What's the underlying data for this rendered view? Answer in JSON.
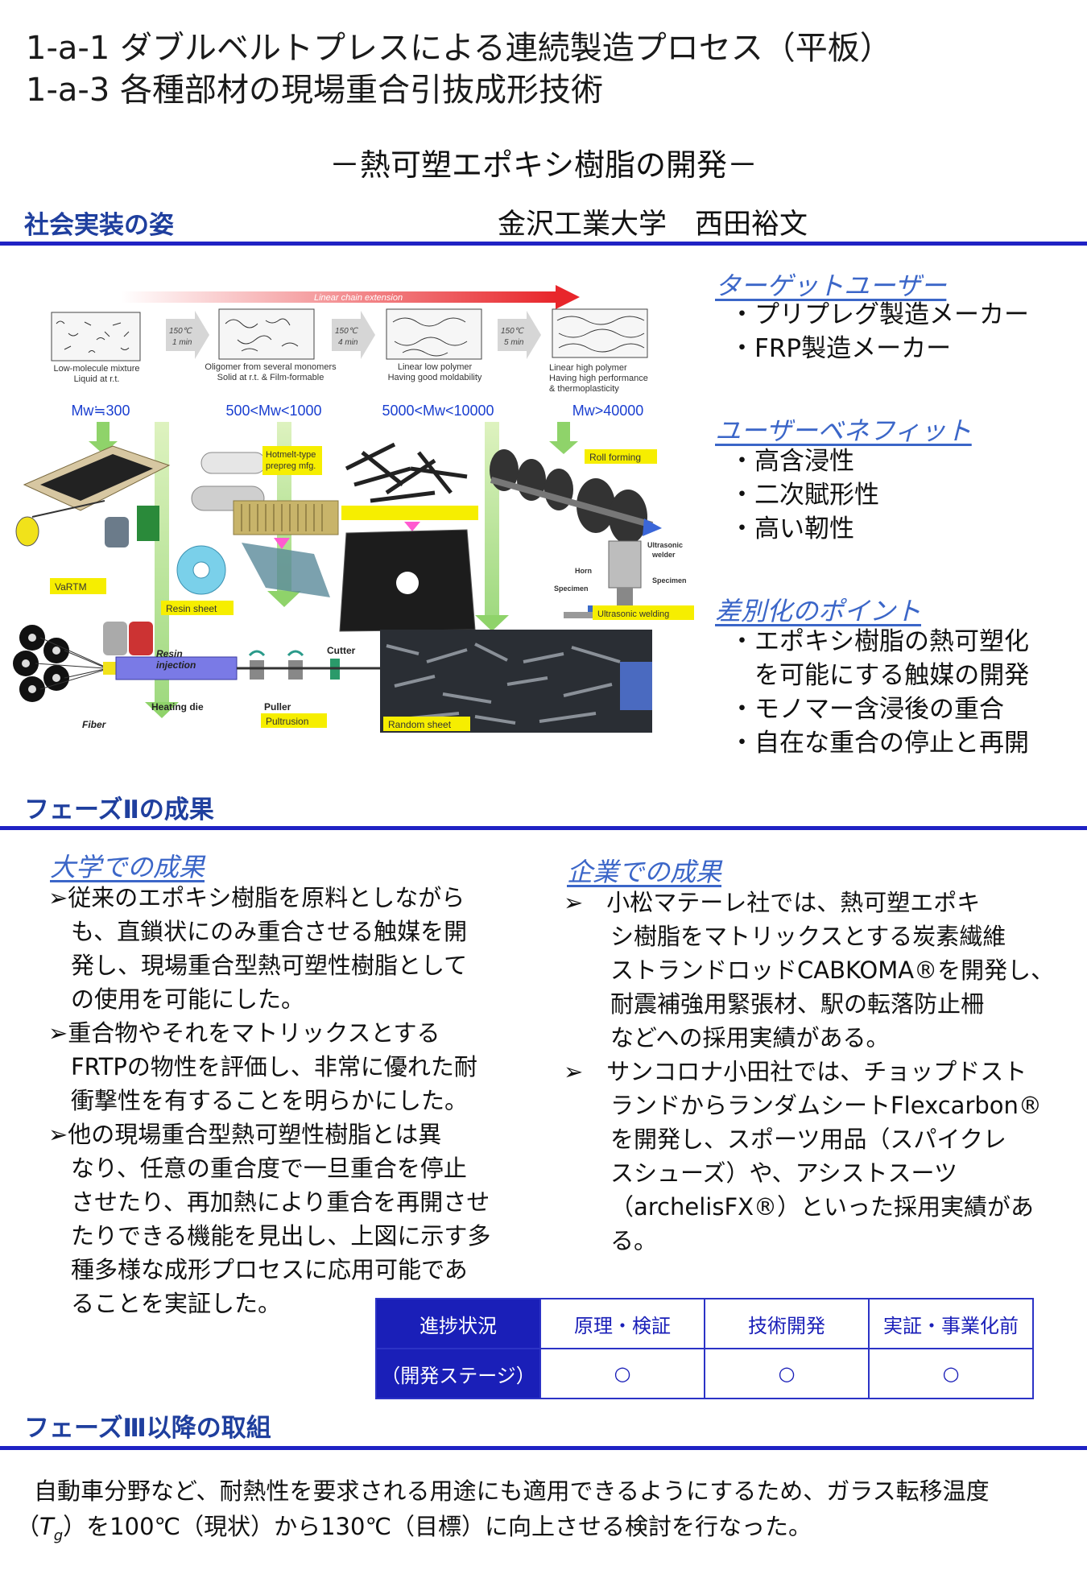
{
  "header": {
    "title1": "1-a-1 ダブルベルトプレスによる連続製造プロセス（平板）",
    "title2": "1-a-3 各種部材の現場重合引抜成形技術",
    "subtitle": "－熱可塑エポキシ樹脂の開発－",
    "author": "金沢工業大学　西田裕文"
  },
  "sections": {
    "s1": "社会実装の姿",
    "s2": "フェーズⅡの成果",
    "s3": "フェーズⅢ以降の取組"
  },
  "figure": {
    "arrow_label": "Linear chain extension",
    "stages": [
      {
        "caption1": "Low-molecule mixture",
        "caption2": "Liquid at r.t.",
        "mw": "Mw≒300"
      },
      {
        "caption1": "Oligomer from several monomers",
        "caption2": "Solid at r.t. & Film-formable",
        "mw": "500<Mw<1000"
      },
      {
        "caption1": "Linear low polymer",
        "caption2": "Having good moldability",
        "mw": "5000<Mw<10000"
      },
      {
        "caption1": "Linear high polymer",
        "caption2": "Having high performance",
        "caption3": "& thermoplasticity",
        "mw": "Mw>40000"
      }
    ],
    "conds": [
      {
        "t": "150℃",
        "m": "1 min"
      },
      {
        "t": "150℃",
        "m": "4 min"
      },
      {
        "t": "150℃",
        "m": "5 min"
      }
    ],
    "labels": {
      "vartm": "VaRTM",
      "hotmelt1": "Hotmelt-type",
      "hotmelt2": "prepreg mfg.",
      "resin_sheet": "Resin sheet",
      "roll_forming": "Roll forming",
      "ultrasonic1": "Ultrasonic",
      "ultrasonic2": "welder",
      "horn": "Horn",
      "specimen": "Specimen",
      "specimen2": "Specimen",
      "ultrasonic_welding": "Ultrasonic welding",
      "resin_injection1": "Resin",
      "resin_injection2": "injection",
      "cutter": "Cutter",
      "heating_die": "Heating die",
      "puller": "Puller",
      "pultrusion": "Pultrusion",
      "fiber": "Fiber",
      "random_sheet": "Random sheet"
    }
  },
  "side": {
    "target_head": "ターゲットユーザー",
    "target_items": [
      "・プリプレグ製造メーカー",
      "・FRP製造メーカー"
    ],
    "benefit_head": "ユーザーベネフィット",
    "benefit_items": [
      "・高含浸性",
      "・二次賦形性",
      "・高い靭性"
    ],
    "diff_head": "差別化のポイント",
    "diff_lines": [
      "・エポキシ樹脂の熱可塑化",
      "　を可能にする触媒の開発",
      "・モノマー含浸後の重合",
      "・自在な重合の停止と再開"
    ]
  },
  "univ": {
    "head": "大学での成果",
    "lines": [
      "➢従来のエポキシ樹脂を原料としながら",
      "も、直鎖状にのみ重合させる触媒を開",
      "発し、現場重合型熱可塑性樹脂として",
      "の使用を可能にした。",
      "➢重合物やそれをマトリックスとする",
      "FRTPの物性を評価し、非常に優れた耐",
      "衝撃性を有することを明らかにした。",
      "➢他の現場重合型熱可塑性樹脂とは異",
      "なり、任意の重合度で一旦重合を停止",
      "させたり、再加熱により重合を再開させ",
      "たりできる機能を見出し、上図に示す多",
      "種多様な成形プロセスに応用可能であ",
      "ることを実証した。"
    ]
  },
  "corp": {
    "head": "企業での成果",
    "lines": [
      "➢　小松マテーレ社では、熱可塑エポキ",
      "シ樹脂をマトリックスとする炭素繊維",
      "ストランドロッドCABKOMA®を開発し、",
      "耐震補強用緊張材、駅の転落防止柵",
      "などへの採用実績がある。",
      "➢　サンコロナ小田社では、チョップドスト",
      "ランドからランダムシートFlexcarbon®",
      "を開発し、スポーツ用品（スパイクレ",
      "スシューズ）や、アシストスーツ",
      "（archelisFX®）といった採用実績があ",
      "る。"
    ]
  },
  "stage_table": {
    "label1": "進捗状況",
    "label2": "（開発ステージ）",
    "cols": [
      "原理・検証",
      "技術開発",
      "実証・事業化前"
    ],
    "marks": [
      "○",
      "○",
      "○"
    ]
  },
  "bottom": {
    "line1": "自動車分野など、耐熱性を要求される用途にも適用できるようにするため、ガラス転移温度",
    "line2_a": "（",
    "line2_T": "T",
    "line2_g": "g",
    "line2_b": "）を100℃（現状）から130℃（目標）に向上させる検討を行なった。"
  }
}
